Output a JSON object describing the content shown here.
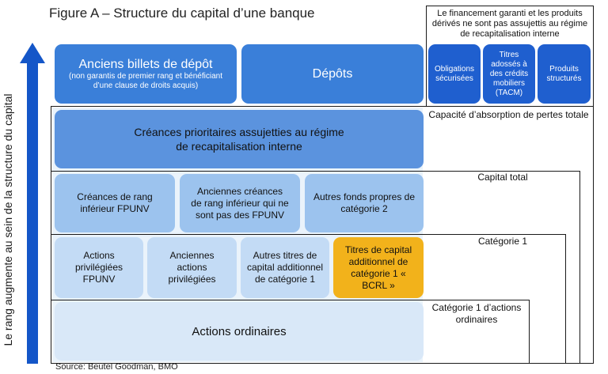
{
  "title": "Figure A – Structure du capital d’une banque",
  "source": "Source: Beutel Goodman, BMO",
  "arrow_label": "Le rang augmente au sein de la structure du capital",
  "top_right": {
    "heading": "Le financement garanti et les produits dérivés ne sont pas assujettis au régime de recapitalisation interne",
    "items": [
      "Obligations sécurisées",
      "Titres adossés à des crédits mobiliers (TACM)",
      "Produits structurés"
    ]
  },
  "row1": {
    "legacy_title": "Anciens billets de dépôt",
    "legacy_sub": "(non garantis de premier rang et bénéficiant d’une clause de droits acquis)",
    "deposits": "Dépôts"
  },
  "tlac": {
    "label": "Capacité d’absorption de pertes totale",
    "box": "Créances prioritaires assujetties au régime de recapitalisation interne"
  },
  "total_capital": {
    "label": "Capital total",
    "boxes": [
      "Créances de rang inférieur FPUNV",
      "Anciennes créances de rang inférieur qui ne sont pas des FPUNV",
      "Autres fonds propres de catégorie 2"
    ]
  },
  "tier1": {
    "label": "Catégorie 1",
    "boxes": [
      "Actions privilégiées FPUNV",
      "Anciennes actions privilégiées",
      "Autres titres de capital additionnel de catégorie 1",
      "Titres de capital additionnel de catégorie 1 « BCRL »"
    ]
  },
  "cet1": {
    "label": "Catégorie 1 d’actions ordinaires",
    "box": "Actions ordinaires"
  },
  "colors": {
    "arrow": "#1456c8",
    "highlight": "#f2b21b"
  }
}
